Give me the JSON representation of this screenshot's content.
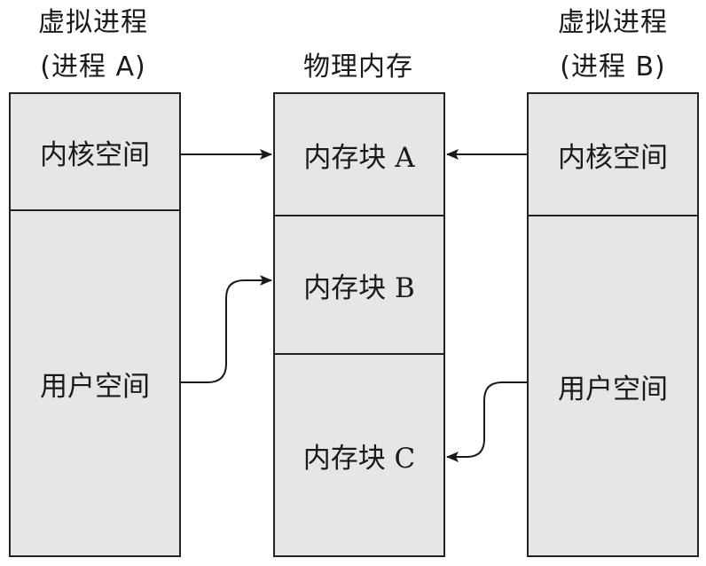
{
  "process_a": {
    "title_line1": "虚拟进程",
    "title_line2": "(进程 A)",
    "kernel_label": "内核空间",
    "user_label": "用户空间"
  },
  "physical": {
    "title": "物理内存",
    "block_a": "内存块 A",
    "block_b": "内存块 B",
    "block_c": "内存块 C"
  },
  "process_b": {
    "title_line1": "虚拟进程",
    "title_line2": "(进程 B)",
    "kernel_label": "内核空间",
    "user_label": "用户空间"
  },
  "mappings": [
    {
      "from": "process_a.kernel",
      "to": "physical.block_a"
    },
    {
      "from": "process_a.user",
      "to": "physical.block_b"
    },
    {
      "from": "process_b.kernel",
      "to": "physical.block_a"
    },
    {
      "from": "process_b.user",
      "to": "physical.block_c"
    }
  ],
  "colors": {
    "block_fill": "#e6e6e6",
    "border": "#222222",
    "text": "#1a1a1a"
  }
}
